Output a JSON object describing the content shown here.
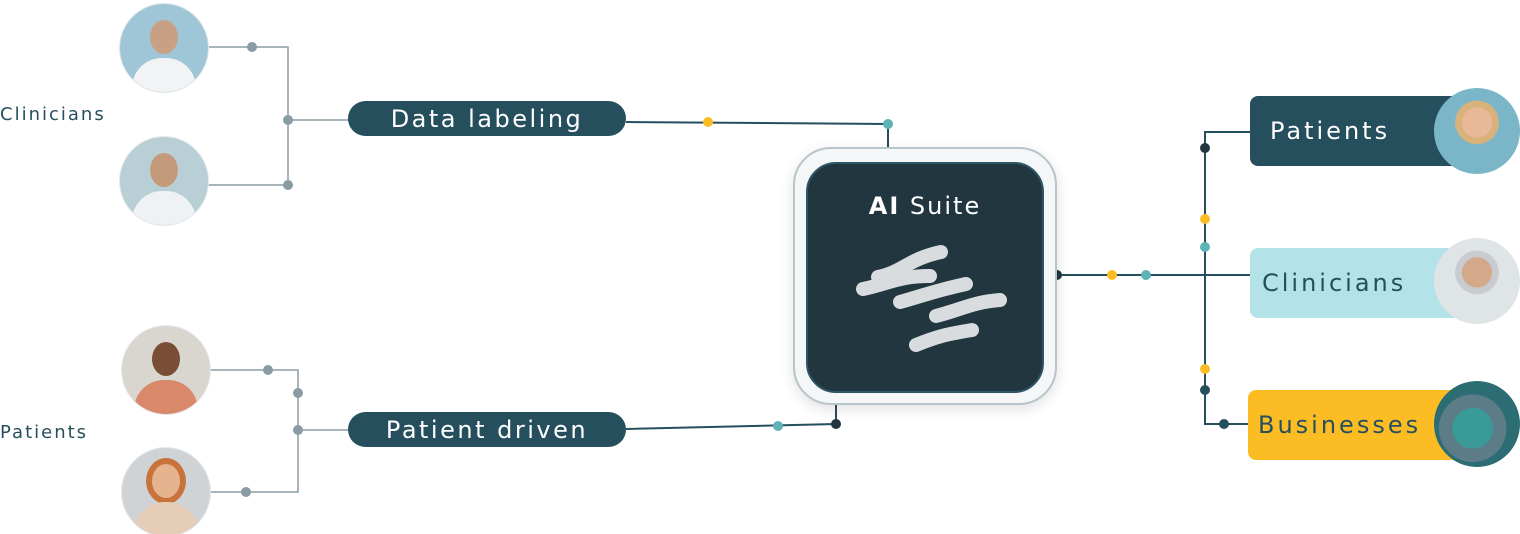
{
  "left_groups": [
    {
      "label": "Clinicians",
      "channel": "Data labeling"
    },
    {
      "label": "Patients",
      "channel": "Patient driven"
    }
  ],
  "center": {
    "title_bold": "AI",
    "title_rest": "Suite"
  },
  "targets": [
    {
      "label": "Patients",
      "color": "#264f5e"
    },
    {
      "label": "Clinicians",
      "color": "#b3e3e8"
    },
    {
      "label": "Businesses",
      "color": "#fbbd23"
    }
  ],
  "colors": {
    "dark": "#264f5e",
    "teal": "#5fb3b7",
    "yellow": "#fbbd23",
    "grey_line": "#8a9ca3"
  }
}
